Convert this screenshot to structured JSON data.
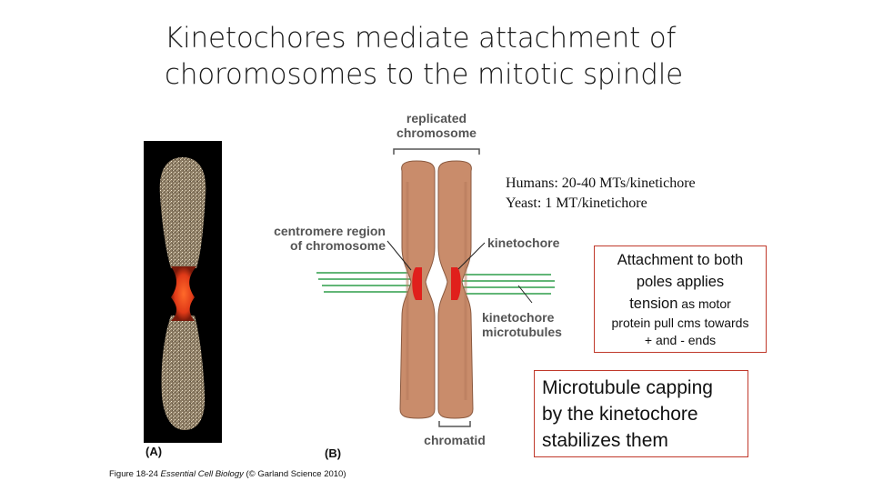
{
  "title": {
    "line1": "Kinetochores mediate attachment of",
    "line2": "choromosomes to the mitotic spindle"
  },
  "figure": {
    "panel_a_label": "(A)",
    "panel_b_label": "(B)",
    "label_replicated_1": "replicated",
    "label_replicated_2": "chromosome",
    "label_centromere_1": "centromere region",
    "label_centromere_2": "of chromosome",
    "label_kinetochore": "kinetochore",
    "label_kmt_1": "kinetochore",
    "label_kmt_2": "microtubules",
    "label_chromatid": "chromatid"
  },
  "notes": {
    "humans": "Humans: 20-40 MTs/kinetichore",
    "yeast": "Yeast: 1 MT/kinetichore"
  },
  "box1": {
    "line1": "Attachment to both",
    "line2": "poles applies",
    "line3_big": "tension",
    "line3_small": " as motor",
    "line4": "protein pull cms towards",
    "line5": "+ and - ends"
  },
  "box2": {
    "line1": "Microtubule capping",
    "line2": "by the kinetochore",
    "line3": "stabilizes them"
  },
  "caption": {
    "prefix": "Figure 18-24  ",
    "book": "Essential Cell Biology",
    "suffix": " (© Garland Science 2010)"
  },
  "colors": {
    "chromatid": "#c98c6b",
    "kinetochore": "#e0201c",
    "microtubule": "#2e9e4a",
    "box_border": "#c0392b"
  }
}
